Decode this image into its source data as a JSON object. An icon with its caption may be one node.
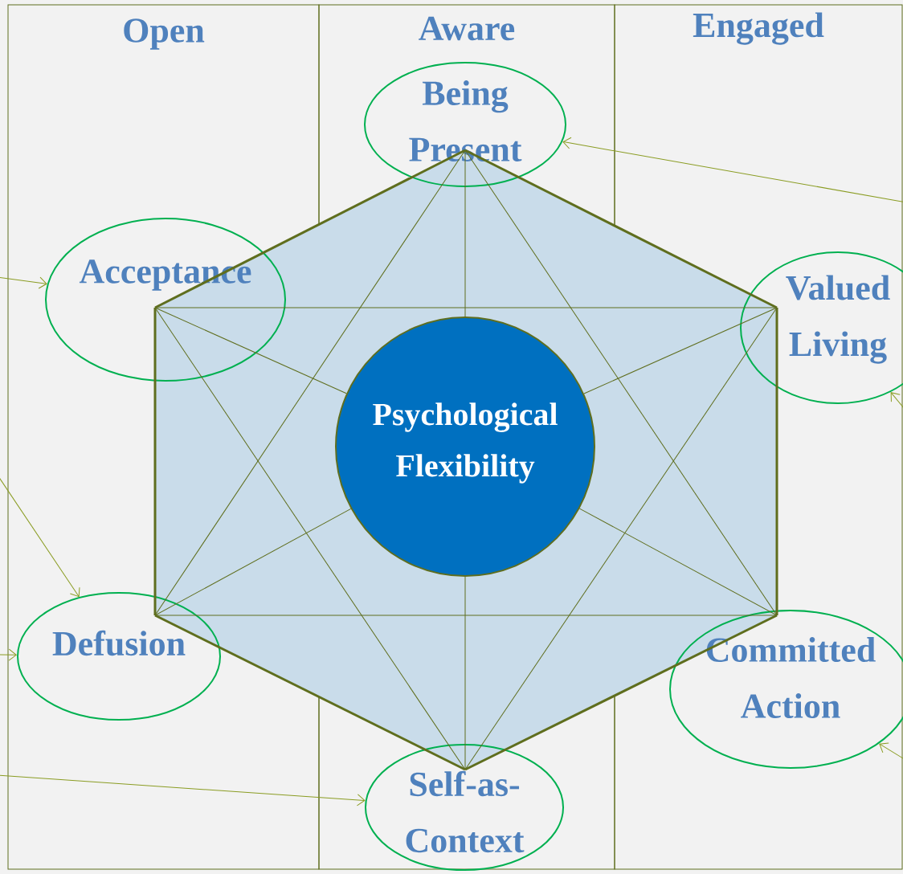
{
  "diagram": {
    "nodes": [
      {
        "text": [
          "Open"
        ]
      },
      {
        "text": [
          "Aware"
        ]
      },
      {
        "text": [
          "Engaged"
        ]
      },
      {
        "text": [
          "Being Present"
        ],
        "in": 1
      },
      {
        "text": [
          "Acceptance"
        ],
        "in": 0
      },
      {
        "text": [
          "Valued Living"
        ]
      },
      {
        "text": [
          "Psychological Flexibility"
        ],
        "in": 1
      },
      {
        "text": [
          "Defusion"
        ],
        "in": 0
      },
      {
        "text": [
          "Committed Action"
        ],
        "in": 2
      },
      {
        "text": [
          "Self-as-Context"
        ],
        "in": 1
      }
    ],
    "edges": [
      {
        "from": 3,
        "to": 5,
        "arrow": "none",
        "style": "thick"
      },
      {
        "from": 5,
        "to": 8,
        "arrow": "none",
        "style": "thick"
      },
      {
        "from": 8,
        "to": 9,
        "arrow": "none",
        "style": "thick"
      },
      {
        "from": 9,
        "to": 7,
        "arrow": "none",
        "style": "thick"
      },
      {
        "from": 7,
        "to": 4,
        "arrow": "none",
        "style": "thick"
      },
      {
        "from": 4,
        "to": 3,
        "arrow": "none",
        "style": "thick"
      },
      {
        "from": 3,
        "to": 6,
        "arrow": "none"
      },
      {
        "from": 4,
        "to": 5,
        "arrow": "none"
      },
      {
        "from": 7,
        "to": 8,
        "arrow": "none"
      },
      {
        "from": 4,
        "to": 6,
        "arrow": "none"
      },
      {
        "from": 5,
        "to": 6,
        "arrow": "none"
      },
      {
        "from": 7,
        "to": 6,
        "arrow": "none"
      },
      {
        "from": 8,
        "to": 6,
        "arrow": "none"
      },
      {
        "from": 9,
        "to": 6,
        "arrow": "none"
      },
      {
        "from": 3,
        "to": 7,
        "arrow": "none"
      },
      {
        "from": 3,
        "to": 8,
        "arrow": "none"
      },
      {
        "from": 4,
        "to": 9,
        "arrow": "none"
      },
      {
        "from": 5,
        "to": 9,
        "arrow": "none"
      },
      {
        "from": null,
        "to": 3,
        "arrow": "to",
        "color": "#8a9c22"
      },
      {
        "from": null,
        "to": 4,
        "arrow": "to",
        "color": "#8a9c22"
      },
      {
        "from": null,
        "to": 7,
        "arrow": "to",
        "color": "#8a9c22"
      },
      {
        "from": null,
        "to": 7,
        "arrow": "to",
        "color": "#8a9c22"
      },
      {
        "from": null,
        "to": 5,
        "arrow": "to",
        "color": "#8a9c22"
      },
      {
        "from": null,
        "to": 8,
        "arrow": "to",
        "color": "#8a9c22"
      },
      {
        "from": null,
        "to": 9,
        "arrow": "to",
        "color": "#8a9c22"
      }
    ]
  }
}
